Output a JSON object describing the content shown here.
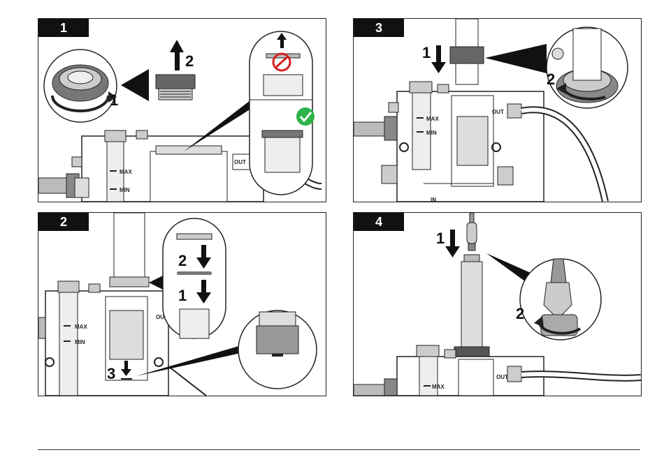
{
  "panels": [
    {
      "id": "1",
      "labels": {
        "max": "MAX",
        "min": "MIN",
        "out": "OUT"
      },
      "steps": [
        "1",
        "2"
      ]
    },
    {
      "id": "2",
      "labels": {
        "max": "MAX",
        "min": "MIN",
        "out": "OUT"
      },
      "steps": [
        "1",
        "2",
        "3"
      ]
    },
    {
      "id": "3",
      "labels": {
        "max": "MAX",
        "min": "MIN",
        "out": "OUT",
        "in": "IN"
      },
      "steps": [
        "1",
        "2"
      ]
    },
    {
      "id": "4",
      "labels": {
        "max": "MAX",
        "out": "OUT"
      },
      "steps": [
        "1",
        "2"
      ]
    }
  ],
  "colors": {
    "frame": "#222222",
    "tag_bg": "#111111",
    "check": "#2db34a",
    "prohibit": "#d62020",
    "part_grey": "#9a9a9a",
    "light_grey": "#e6e6e6"
  }
}
